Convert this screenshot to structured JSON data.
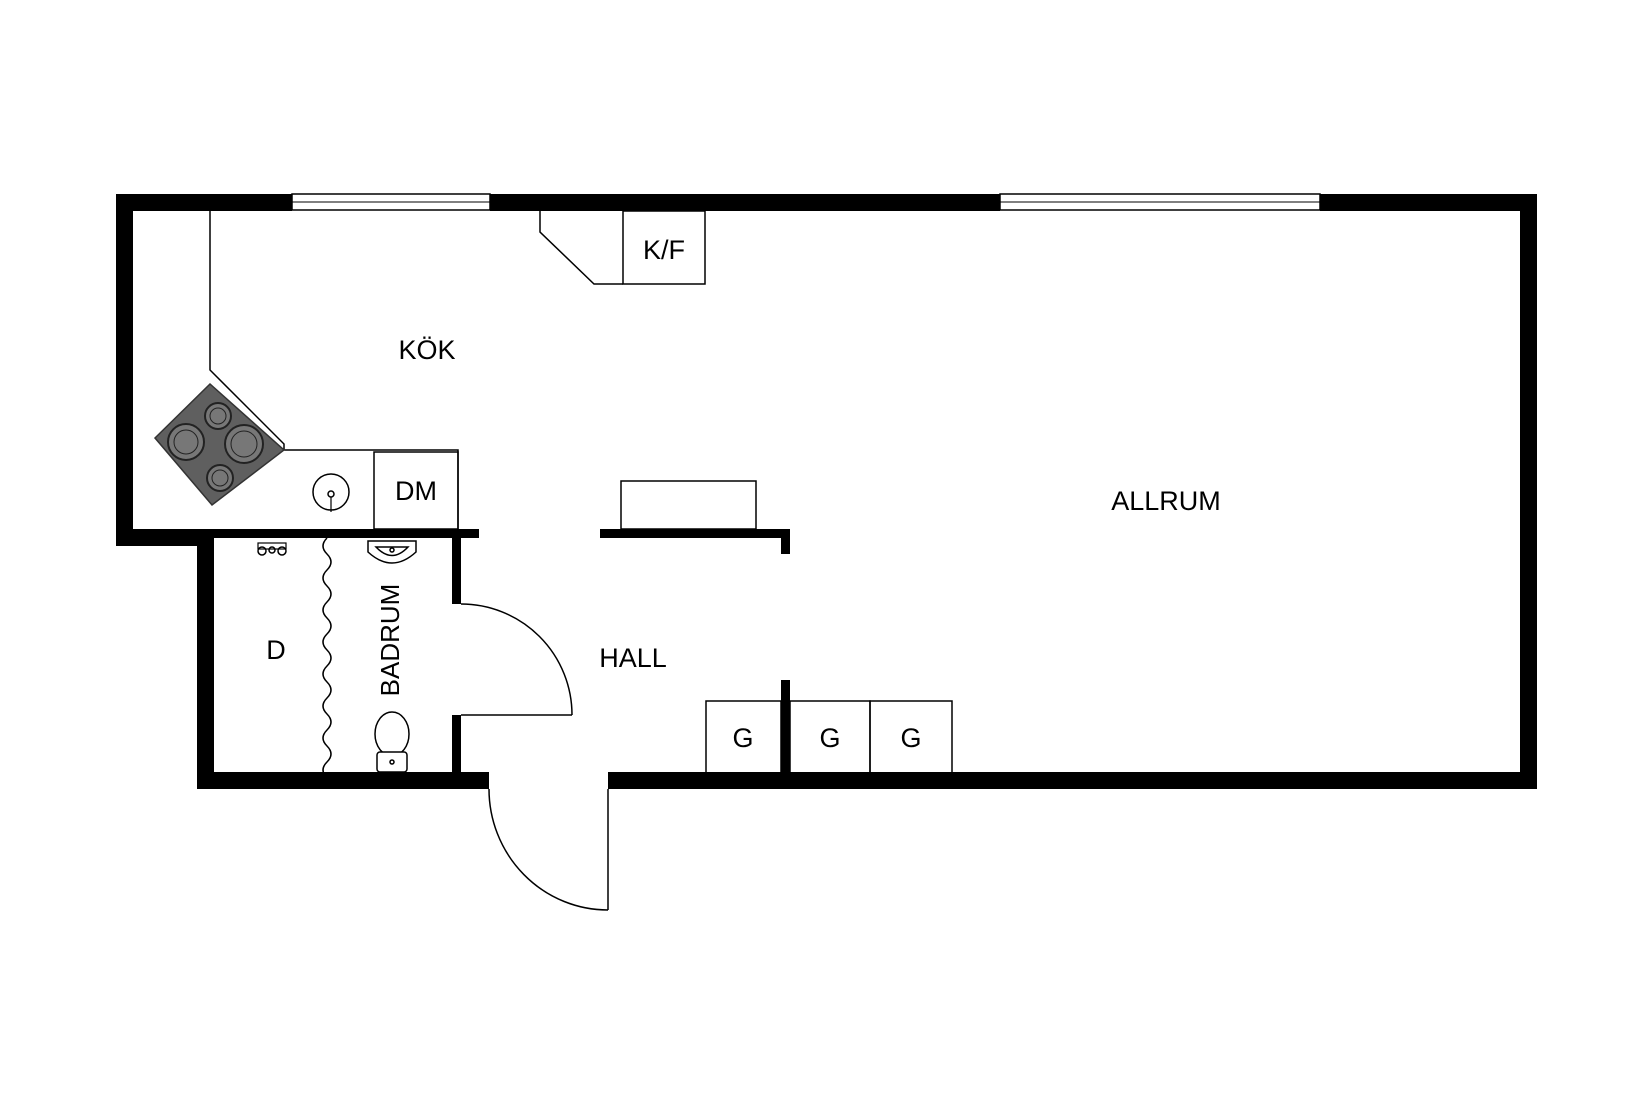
{
  "rooms": {
    "kok": "KÖK",
    "allrum": "ALLRUM",
    "hall": "HALL",
    "badrum": "BADRUM",
    "d": "D"
  },
  "appliances": {
    "kf": "K/F",
    "dm": "DM",
    "g1": "G",
    "g2": "G",
    "g3": "G"
  }
}
